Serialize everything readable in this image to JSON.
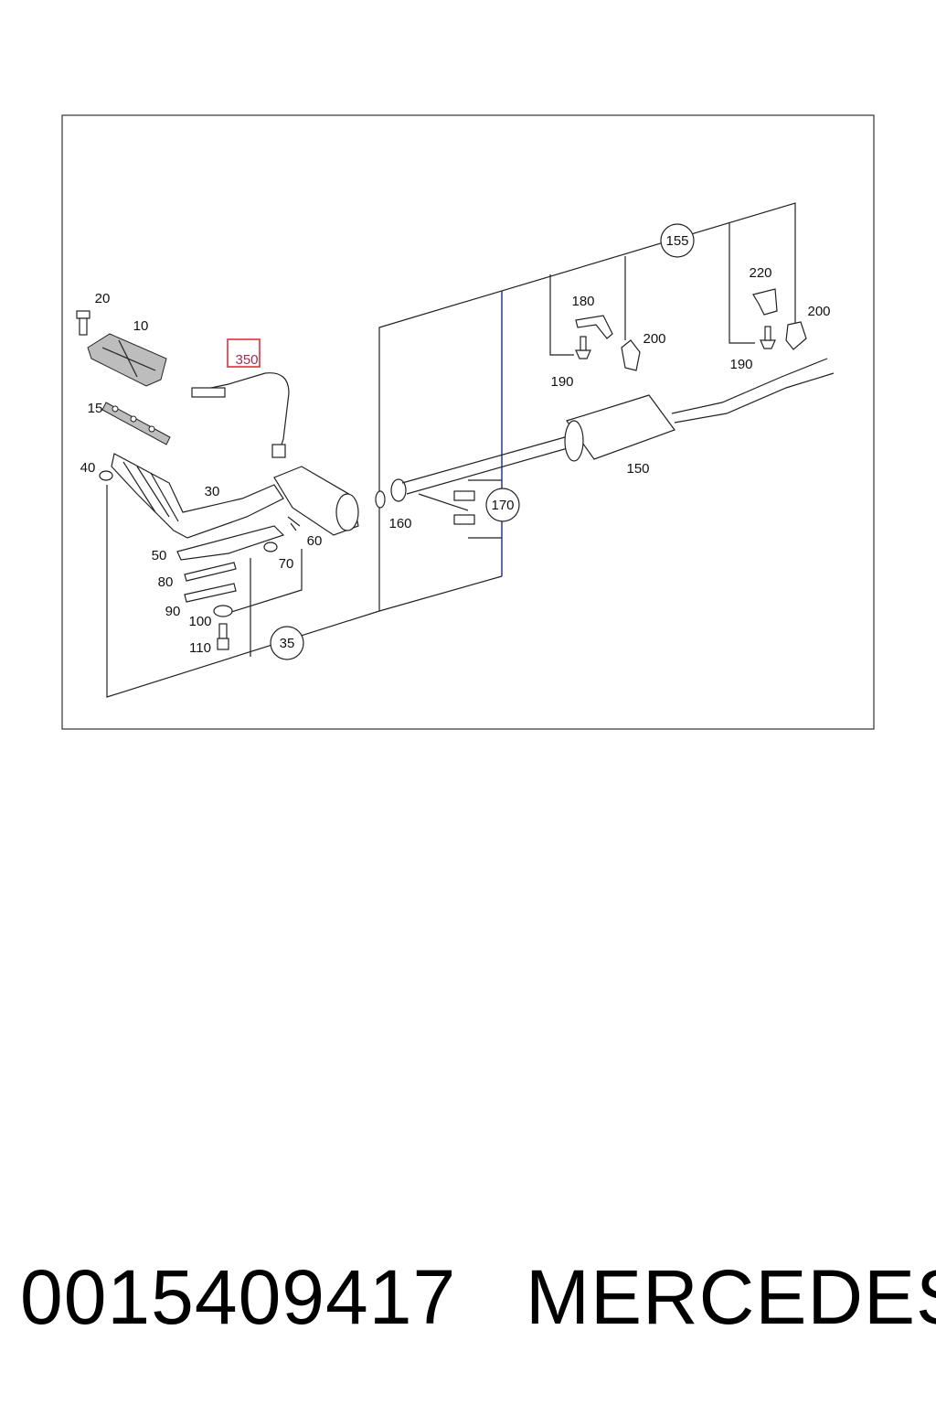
{
  "diagram": {
    "callouts": {
      "c10": "10",
      "c15": "15",
      "c20": "20",
      "c30": "30",
      "c35": "35",
      "c40": "40",
      "c50": "50",
      "c60": "60",
      "c70": "70",
      "c80": "80",
      "c90": "90",
      "c100": "100",
      "c110": "110",
      "c150": "150",
      "c155": "155",
      "c160": "160",
      "c170": "170",
      "c180": "180",
      "c190a": "190",
      "c190b": "190",
      "c200a": "200",
      "c200b": "200",
      "c220": "220",
      "c350": "350"
    },
    "highlighted_part": "350",
    "highlight_color": "#e0303a"
  },
  "footer": {
    "part_number": "0015409417",
    "brand": "MERCEDES"
  }
}
